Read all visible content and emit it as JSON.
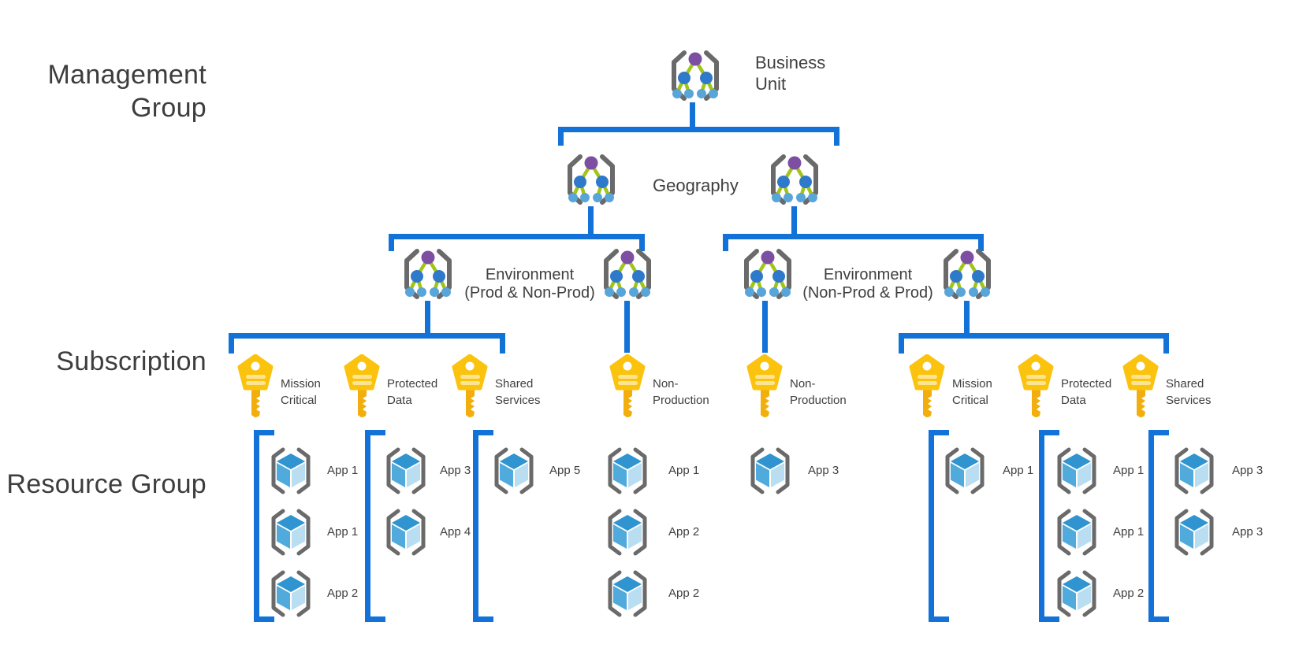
{
  "side_labels": {
    "management_group": [
      "Management",
      "Group"
    ],
    "subscription": "Subscription",
    "resource_group": "Resource Group"
  },
  "nodes": {
    "business_unit": [
      "Business",
      "Unit"
    ],
    "geography": "Geography",
    "environment_left": [
      "Environment",
      "(Prod & Non-Prod)"
    ],
    "environment_right": [
      "Environment",
      "(Non-Prod & Prod)"
    ]
  },
  "subscriptions": [
    {
      "label": [
        "Mission",
        "Critical"
      ]
    },
    {
      "label": [
        "Protected",
        "Data"
      ]
    },
    {
      "label": [
        "Shared",
        "Services"
      ]
    },
    {
      "label": [
        "Non-",
        "Production"
      ]
    },
    {
      "label": [
        "Non-",
        "Production"
      ]
    },
    {
      "label": [
        "Mission",
        "Critical"
      ]
    },
    {
      "label": [
        "Protected",
        "Data"
      ]
    },
    {
      "label": [
        "Shared",
        "Services"
      ]
    }
  ],
  "resource_columns": [
    {
      "subscription": "Mission Critical",
      "bracketed": true,
      "apps": [
        "App 1",
        "App 1",
        "App 2"
      ]
    },
    {
      "subscription": "Protected Data",
      "bracketed": true,
      "apps": [
        "App 3",
        "App 4"
      ]
    },
    {
      "subscription": "Shared Services",
      "bracketed": true,
      "apps": [
        "App 5"
      ]
    },
    {
      "subscription": "Non-Production",
      "bracketed": false,
      "apps": [
        "App 1",
        "App 2",
        "App 2"
      ]
    },
    {
      "subscription": "Non-Production",
      "bracketed": false,
      "apps": [
        "App 3"
      ]
    },
    {
      "subscription": "Mission Critical",
      "bracketed": true,
      "apps": [
        "App 1"
      ]
    },
    {
      "subscription": "Protected Data",
      "bracketed": true,
      "apps": [
        "App 1",
        "App 1",
        "App 2"
      ]
    },
    {
      "subscription": "Shared Services",
      "bracketed": true,
      "apps": [
        "App 3",
        "App 3"
      ]
    }
  ],
  "icons": {
    "management_group": "management-group-icon",
    "subscription_key": "subscription-key-icon",
    "resource_group": "resource-group-icon"
  },
  "colors": {
    "connector_blue": "#1272d8",
    "bracket_gray": "#6a6a6a",
    "tree_root_purple": "#7d4fa3",
    "tree_node_blue": "#2e79c9",
    "tree_leaf_blue": "#58a5d9",
    "tree_edge_green": "#a0c41a",
    "key_gold": "#fbc30e",
    "key_shaft_gold": "#f2ae0d",
    "cube_top": "#2f94cf",
    "cube_left": "#50abdc",
    "cube_right": "#b9def1",
    "text_dark": "#404040"
  }
}
